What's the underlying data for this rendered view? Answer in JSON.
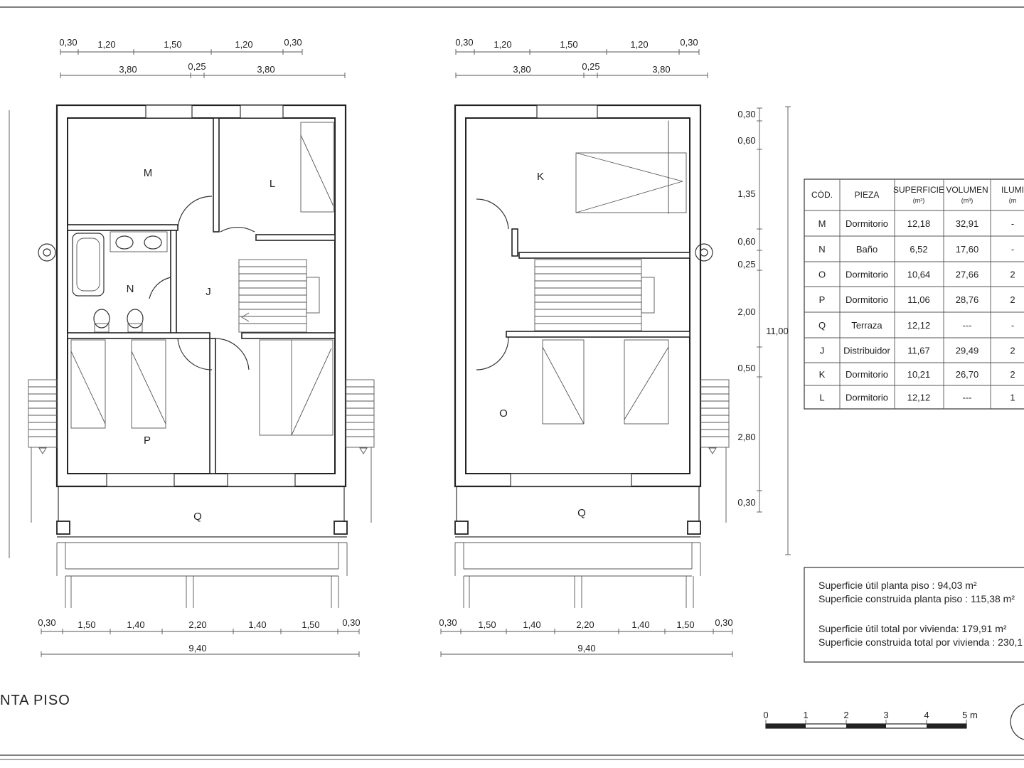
{
  "sheet_title": "NTA PISO",
  "left_plan": {
    "top_dims_row1": [
      "0,30",
      "1,20",
      "1,50",
      "1,20",
      "0,30"
    ],
    "top_dims_row2": [
      "3,80",
      "0,25",
      "3,80"
    ],
    "bottom_dims_row1": [
      "0,30",
      "1,50",
      "1,40",
      "2,20",
      "1,40",
      "1,50",
      "0,30"
    ],
    "bottom_total": "9,40",
    "rooms": {
      "M": "M",
      "L": "L",
      "N": "N",
      "J": "J",
      "P": "P",
      "Q": "Q"
    }
  },
  "right_plan": {
    "top_dims_row1": [
      "0,30",
      "1,20",
      "1,50",
      "1,20",
      "0,30"
    ],
    "top_dims_row2": [
      "3,80",
      "0,25",
      "3,80"
    ],
    "bottom_dims_row1": [
      "0,30",
      "1,50",
      "1,40",
      "2,20",
      "1,40",
      "1,50",
      "0,30"
    ],
    "bottom_total": "9,40",
    "side_dims": [
      "0,30",
      "0,60",
      "1,35",
      "0,60",
      "0,25",
      "2,00",
      "0,50",
      "2,80",
      "0,30"
    ],
    "side_total": "11,00",
    "rooms": {
      "K": "K",
      "O": "O",
      "Q": "Q"
    }
  },
  "room_table": {
    "headers": [
      {
        "label": "CÓD.",
        "sub": ""
      },
      {
        "label": "PIEZA",
        "sub": ""
      },
      {
        "label": "SUPERFICIE",
        "sub": "(m²)"
      },
      {
        "label": "VOLUMEN",
        "sub": "(m³)"
      },
      {
        "label": "ILUMI",
        "sub": "(m"
      }
    ],
    "rows": [
      [
        "M",
        "Dormitorio",
        "12,18",
        "32,91",
        "-"
      ],
      [
        "N",
        "Baño",
        "6,52",
        "17,60",
        "-"
      ],
      [
        "O",
        "Dormitorio",
        "10,64",
        "27,66",
        "2"
      ],
      [
        "P",
        "Dormitorio",
        "11,06",
        "28,76",
        "2"
      ],
      [
        "Q",
        "Terraza",
        "12,12",
        "---",
        "-"
      ],
      [
        "J",
        "Distribuidor",
        "11,67",
        "29,49",
        "2"
      ],
      [
        "K",
        "Dormitorio",
        "10,21",
        "26,70",
        "2"
      ],
      [
        "L",
        "Dormitorio",
        "12,12",
        "---",
        "1"
      ]
    ]
  },
  "summary": {
    "line1": "Superficie útil planta piso : 94,03 m²",
    "line2": "Superficie construida planta piso : 115,38 m²",
    "line3": "Superficie útil total por vivienda: 179,91 m²",
    "line4": "Superficie construida total por vivienda : 230,1"
  },
  "scale_bar": {
    "labels": [
      "0",
      "1",
      "2",
      "3",
      "4",
      "5 m"
    ]
  }
}
